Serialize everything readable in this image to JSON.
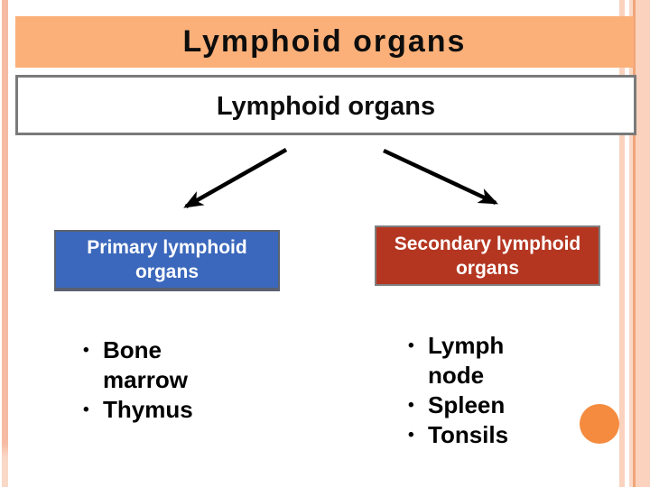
{
  "slide": {
    "title": "Lymphoid organs",
    "topic_box_label": "Lymphoid organs",
    "bullet_glyph": "•",
    "primary": {
      "label": "Primary lymphoid organs",
      "items": [
        "Bone marrow",
        "Thymus"
      ]
    },
    "secondary": {
      "label": "Secondary lymphoid organs",
      "items": [
        "Lymph node",
        "Spleen",
        "Tonsils"
      ]
    },
    "colors": {
      "title_bar_bg": "#fbb079",
      "topic_box_border": "#7a7a7a",
      "primary_box_bg": "#3b68bc",
      "secondary_box_bg": "#b43621",
      "arrow": "#000000",
      "circle": "#f58b3e",
      "left_stripe": "#f6bba2",
      "right_stripe_pale": "#fad2be",
      "right_stripe_dark": "#f0a579"
    }
  }
}
